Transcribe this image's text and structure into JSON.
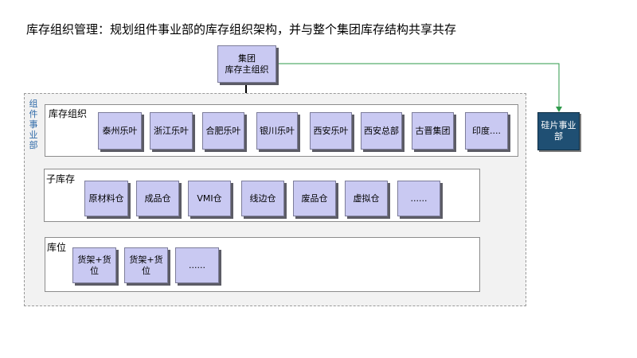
{
  "title": "库存组织管理：规划组件事业部的库存组织架构，并与整个集团库存结构共享共存",
  "main_org": [
    "集团",
    "库存主组织"
  ],
  "dept_label": "组件事业部",
  "silicon_dept": [
    "硅片事业",
    "部"
  ],
  "levels": {
    "org": {
      "label": "库存组织",
      "items": [
        "泰州乐叶",
        "浙江乐叶",
        "合肥乐叶",
        "银川乐叶",
        "西安乐叶",
        "西安总部",
        "古晋集团",
        "印度...."
      ]
    },
    "sub": {
      "label": "子库存",
      "items": [
        "原材料仓",
        "成品仓",
        "VMI仓",
        "线边仓",
        "废品仓",
        "虚拟仓",
        "......"
      ]
    },
    "loc": {
      "label": "库位",
      "items": [
        [
          "货架+货",
          "位"
        ],
        [
          "货架+货",
          "位"
        ],
        [
          "......"
        ]
      ]
    }
  },
  "colors": {
    "node_fill": "#c9c9f2",
    "silicon_fill": "#1f4f73",
    "connector_green": "#2e9a4a",
    "dept_label": "#2f6aa8"
  }
}
